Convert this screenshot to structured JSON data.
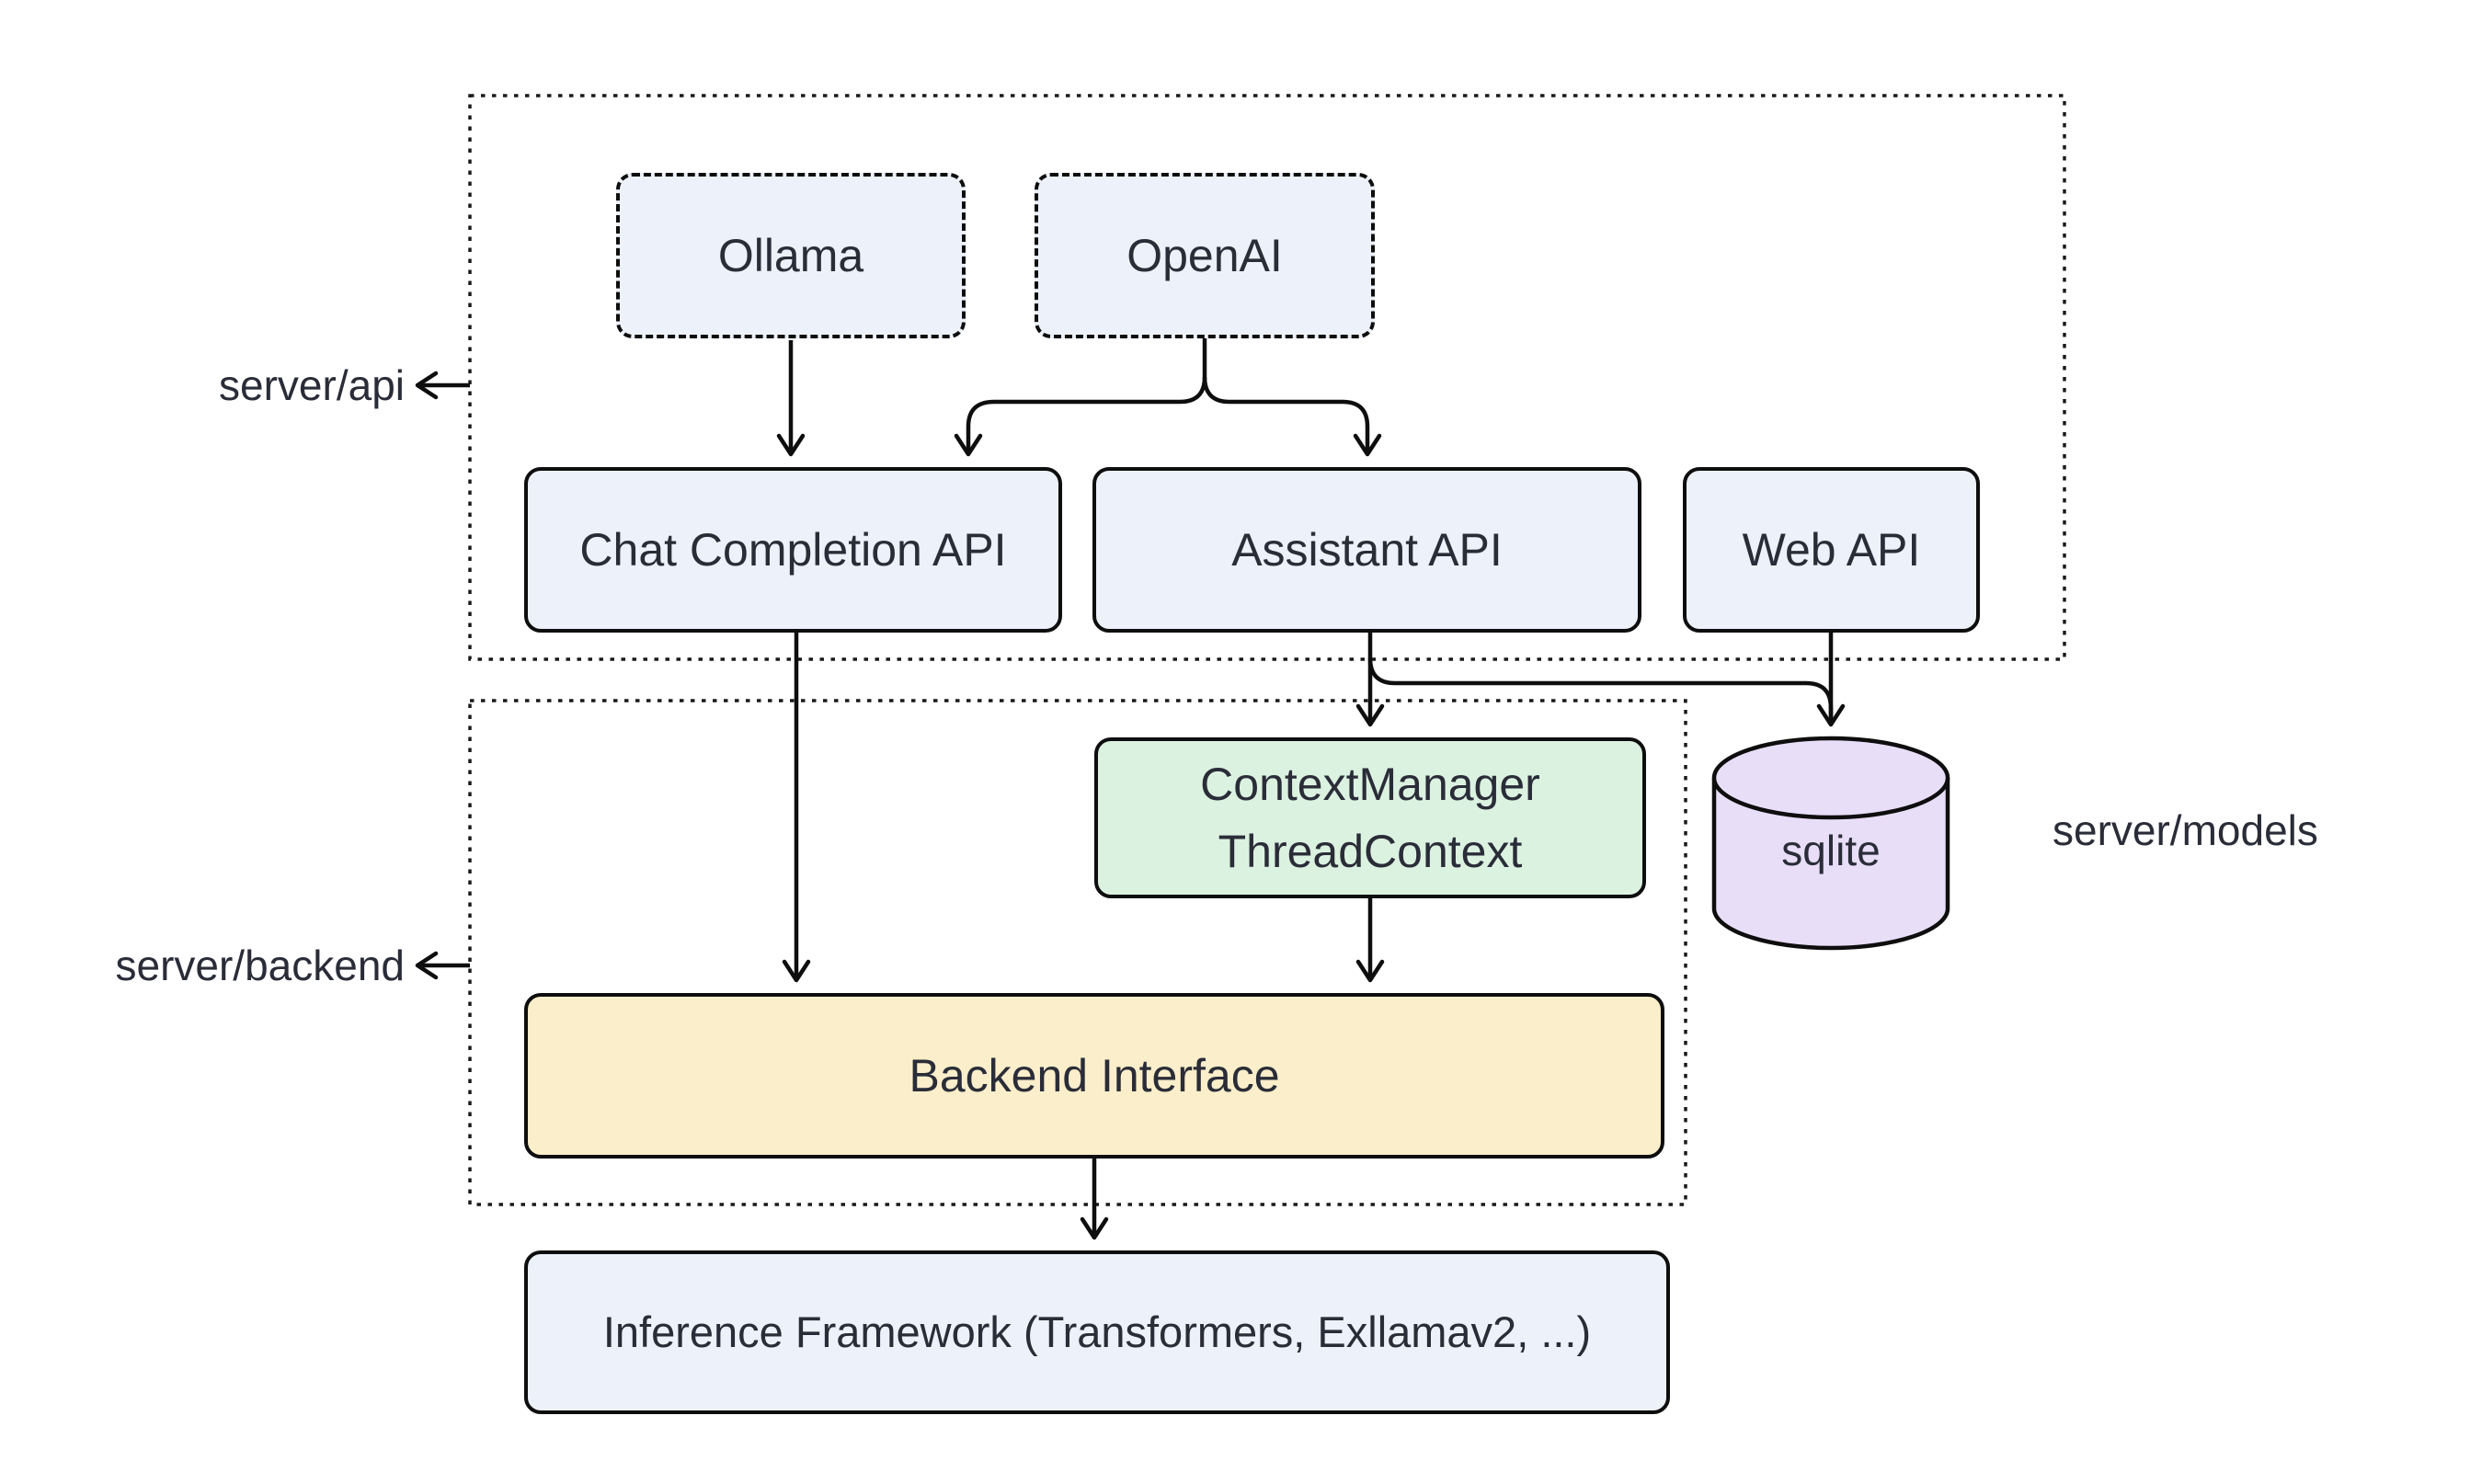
{
  "diagram": {
    "kind": "architecture-diagram",
    "containers": {
      "server_api": {
        "label": "server/api"
      },
      "server_backend": {
        "label": "server/backend"
      },
      "server_models": {
        "label": "server/models"
      }
    },
    "nodes": {
      "ollama": {
        "label": "Ollama",
        "shape": "rect-dashed",
        "fill": "#ecf1fa"
      },
      "openai": {
        "label": "OpenAI",
        "shape": "rect-dashed",
        "fill": "#ecf1fa"
      },
      "chat_completion_api": {
        "label": "Chat Completion API",
        "shape": "rect",
        "fill": "#ecf1fa"
      },
      "assistant_api": {
        "label": "Assistant API",
        "shape": "rect",
        "fill": "#ecf1fa"
      },
      "web_api": {
        "label": "Web API",
        "shape": "rect",
        "fill": "#ecf1fa"
      },
      "context_manager": {
        "label": "ContextManager\nThreadContext",
        "shape": "rect",
        "fill": "#dcf2e1"
      },
      "sqlite": {
        "label": "sqlite",
        "shape": "cylinder",
        "fill": "#e9def8"
      },
      "backend_interface": {
        "label": "Backend Interface",
        "shape": "rect",
        "fill": "#fbeeca"
      },
      "inference_framework": {
        "label": "Inference Framework (Transformers, Exllamav2, ...)",
        "shape": "rect",
        "fill": "#ecf1fa"
      }
    },
    "edges": [
      {
        "from": "Ollama",
        "to": "Chat Completion API"
      },
      {
        "from": "OpenAI",
        "to": "Chat Completion API"
      },
      {
        "from": "OpenAI",
        "to": "Assistant API"
      },
      {
        "from": "Chat Completion API",
        "to": "Backend Interface"
      },
      {
        "from": "Assistant API",
        "to": "ContextManager ThreadContext"
      },
      {
        "from": "Assistant API",
        "to": "sqlite"
      },
      {
        "from": "Web API",
        "to": "sqlite"
      },
      {
        "from": "ContextManager ThreadContext",
        "to": "Backend Interface"
      },
      {
        "from": "Backend Interface",
        "to": "Inference Framework (Transformers, Exllamav2, ...)"
      }
    ],
    "colors": {
      "node_blue": "#ecf1fa",
      "node_green": "#dcf2e1",
      "node_yellow": "#fbeeca",
      "node_purple": "#e9def8",
      "stroke": "#0e0e0e",
      "text": "#2a2d38",
      "background": "#ffffff"
    }
  }
}
